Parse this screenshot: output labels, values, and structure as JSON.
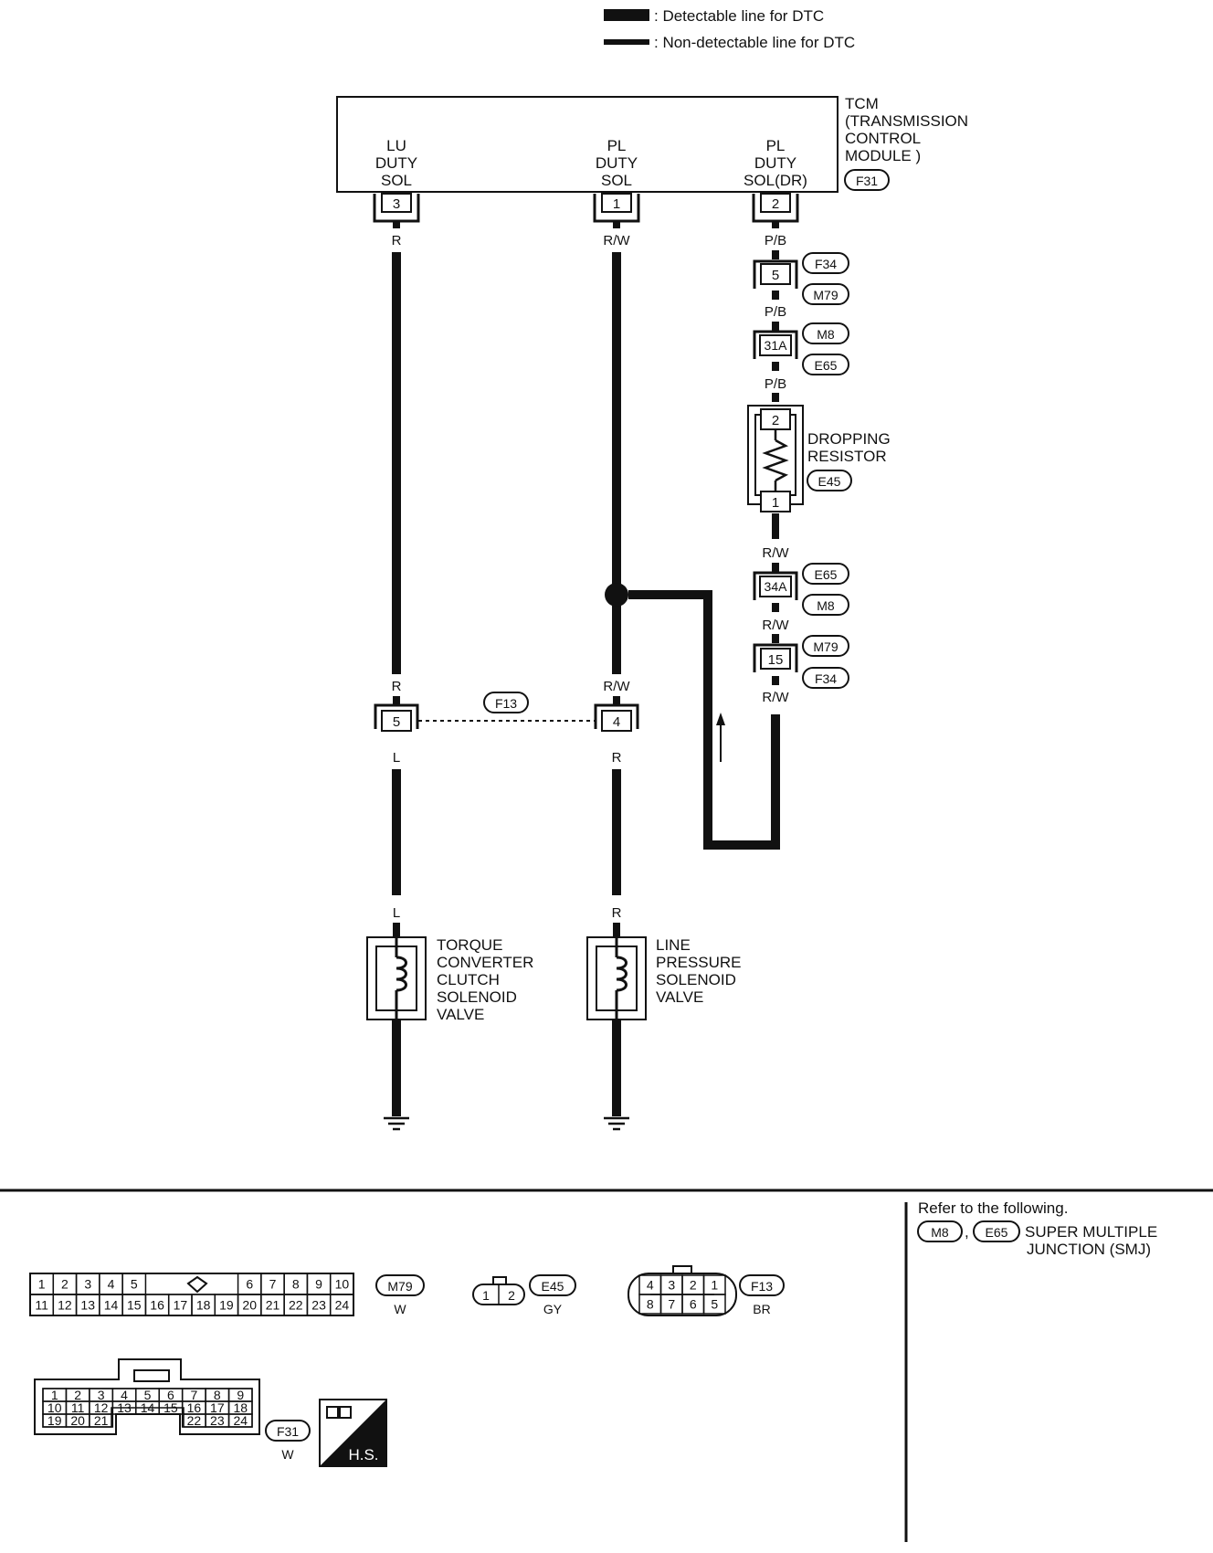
{
  "legend": {
    "detectable": ": Detectable line for DTC",
    "non_detectable": ": Non-detectable line for DTC"
  },
  "tcm": {
    "title": [
      "TCM",
      "(TRANSMISSION",
      "CONTROL",
      "MODULE )"
    ],
    "connector": "F31",
    "terminals": [
      {
        "name": [
          "LU",
          "DUTY",
          "SOL"
        ],
        "pin": "3",
        "wire": "R"
      },
      {
        "name": [
          "PL",
          "DUTY",
          "SOL"
        ],
        "pin": "1",
        "wire": "R/W"
      },
      {
        "name": [
          "PL",
          "DUTY",
          "SOL(DR)"
        ],
        "pin": "2",
        "wire": "P/B"
      }
    ]
  },
  "dr_chain": {
    "conn1": {
      "pin": "5",
      "upper": "F34",
      "lower": "M79",
      "wire_below": "P/B"
    },
    "conn2": {
      "pin": "31A",
      "upper": "M8",
      "lower": "E65",
      "wire_below": "P/B"
    },
    "resistor": {
      "top_pin": "2",
      "bottom_pin": "1",
      "label": [
        "DROPPING",
        "RESISTOR"
      ],
      "connector": "E45",
      "wire_below": "R/W"
    },
    "conn3": {
      "pin": "34A",
      "upper": "E65",
      "lower": "M8",
      "wire_below": "R/W"
    },
    "conn4": {
      "pin": "15",
      "upper": "M79",
      "lower": "F34",
      "wire_below": "R/W"
    }
  },
  "f13": {
    "connector": "F13",
    "left": {
      "pin": "5",
      "wire_above": "R",
      "wire_below": "L"
    },
    "right": {
      "pin": "4",
      "wire_above": "R/W",
      "wire_below": "R"
    }
  },
  "solenoids": {
    "tcc": {
      "wire": "L",
      "label": [
        "TORQUE",
        "CONVERTER",
        "CLUTCH",
        "SOLENOID",
        "VALVE"
      ]
    },
    "line": {
      "wire": "R",
      "label": [
        "LINE",
        "PRESSURE",
        "SOLENOID",
        "VALVE"
      ]
    }
  },
  "refer": {
    "text": "Refer to the following.",
    "badges": [
      "M8",
      "E65"
    ],
    "separator": ",",
    "line1": "SUPER MULTIPLE",
    "line2": "JUNCTION (SMJ)"
  },
  "connectors": {
    "m79": {
      "id": "M79",
      "color": "W",
      "row1_left": [
        "1",
        "2",
        "3",
        "4",
        "5"
      ],
      "row1_right": [
        "6",
        "7",
        "8",
        "9",
        "10"
      ],
      "row2": [
        "11",
        "12",
        "13",
        "14",
        "15",
        "16",
        "17",
        "18",
        "19",
        "20",
        "21",
        "22",
        "23",
        "24"
      ]
    },
    "e45": {
      "id": "E45",
      "color": "GY",
      "pins": [
        "1",
        "2"
      ]
    },
    "f13": {
      "id": "F13",
      "color": "BR",
      "row1": [
        "4",
        "3",
        "2",
        "1"
      ],
      "row2": [
        "8",
        "7",
        "6",
        "5"
      ]
    },
    "f31": {
      "id": "F31",
      "color": "W",
      "row1": [
        "1",
        "2",
        "3",
        "4",
        "5",
        "6",
        "7",
        "8",
        "9"
      ],
      "row2": [
        "10",
        "11",
        "12",
        "13",
        "14",
        "15",
        "16",
        "17",
        "18"
      ],
      "row3_left": [
        "19",
        "20",
        "21"
      ],
      "row3_right": [
        "22",
        "23",
        "24"
      ]
    },
    "hs": "H.S."
  }
}
